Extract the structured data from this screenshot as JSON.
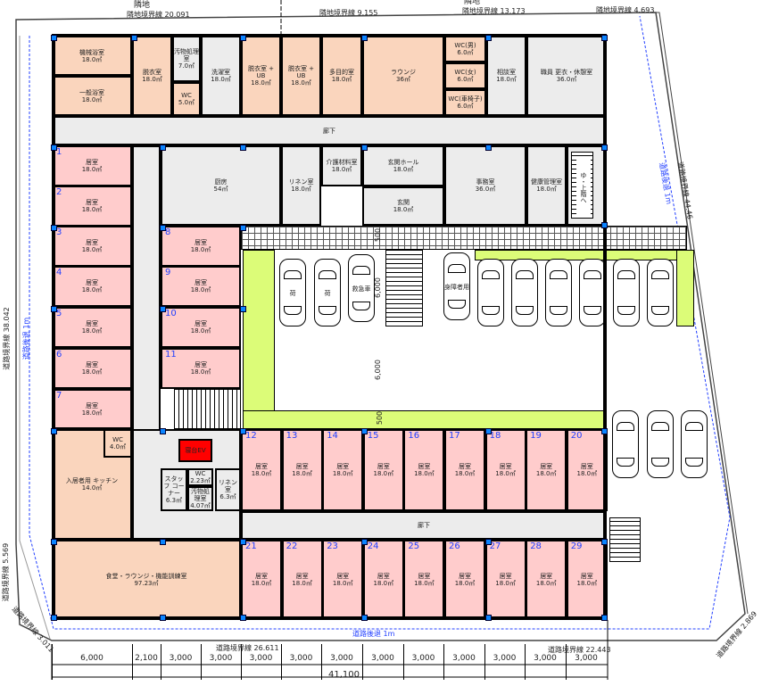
{
  "site": {
    "neighbor_label": "隣地",
    "boundaries": {
      "top1": "隣地境界線 20.091",
      "top2": "隣地境界線 9.155",
      "top3": "隣地境界線 13.173",
      "top4": "隣地境界線 4.693",
      "right": "道路境界線 44.46",
      "right_setback": "道路後退 1m",
      "left": "道路境界線 38.042",
      "left_setback": "道路後退 1m",
      "left_lower": "道路境界線 5.569",
      "bottom_left_corner": "道路境界線 3.011",
      "bottom_setback": "道路後退 1m",
      "bottom1": "道路境界線 26.611",
      "bottom2": "道路境界線 22.443",
      "bottom_right_corner": "道路境界線 2.869"
    }
  },
  "rooms": {
    "kikai": {
      "name": "機械浴室",
      "area": "18.0㎡"
    },
    "ippan": {
      "name": "一般浴室",
      "area": "18.0㎡"
    },
    "datsui1": {
      "name": "脱衣室",
      "area": "18.0㎡"
    },
    "obutsu1": {
      "name": "汚物処理室",
      "area": "7.0㎡"
    },
    "wc1": {
      "name": "WC",
      "area": "5.0㎡"
    },
    "sentaku": {
      "name": "洗濯室",
      "area": "18.0㎡"
    },
    "datsuiub1": {
      "name": "脱衣室 + UB",
      "area": "18.0㎡"
    },
    "datsuiub2": {
      "name": "脱衣室 + UB",
      "area": "18.0㎡"
    },
    "tamokuteki": {
      "name": "多目的室",
      "area": "18.0㎡"
    },
    "lounge": {
      "name": "ラウンジ",
      "area": "36㎡"
    },
    "wcm": {
      "name": "WC(男)",
      "area": "6.0㎡"
    },
    "wcf": {
      "name": "WC(女)",
      "area": "6.0㎡"
    },
    "wcw": {
      "name": "WC(車椅子)",
      "area": "6.0㎡"
    },
    "soudan": {
      "name": "相談室",
      "area": "18.0㎡"
    },
    "shokuin": {
      "name": "職員 更衣・休憩室",
      "area": "36.0㎡"
    },
    "rouka1": {
      "name": "廊下",
      "area": ""
    },
    "chubo": {
      "name": "厨房",
      "area": "54㎡"
    },
    "linen1": {
      "name": "リネン室",
      "area": "18.0㎡"
    },
    "kaigo": {
      "name": "介護材料室",
      "area": "18.0㎡"
    },
    "genkanhall": {
      "name": "玄関ホール",
      "area": "18.0㎡"
    },
    "genkan": {
      "name": "玄関",
      "area": "18.0㎡"
    },
    "jimu": {
      "name": "事務室",
      "area": "36.0㎡"
    },
    "kenkou": {
      "name": "健康管理室",
      "area": "18.0㎡"
    },
    "kitchen": {
      "name": "入居者用 キッチン",
      "area": "14.0㎡"
    },
    "wc2": {
      "name": "WC",
      "area": "4.0㎡"
    },
    "ev": {
      "name": "寝台EV",
      "area": ""
    },
    "wc3": {
      "name": "WC",
      "area": "2.23㎡"
    },
    "staff": {
      "name": "スタッフ コーナー",
      "area": "6.3㎡"
    },
    "obutsu2": {
      "name": "汚物処理室",
      "area": "4.07㎡"
    },
    "linen2": {
      "name": "リネン室",
      "area": "6.3㎡"
    },
    "rouka2": {
      "name": "廊下",
      "area": ""
    },
    "shokudo": {
      "name": "食堂・ラウンジ・機能訓練室",
      "area": "97.23㎡"
    }
  },
  "residential": {
    "name": "居室",
    "area": "18.0㎡",
    "numbers": [
      "1",
      "2",
      "3",
      "4",
      "5",
      "6",
      "7",
      "8",
      "9",
      "10",
      "11",
      "12",
      "13",
      "14",
      "15",
      "16",
      "17",
      "18",
      "19",
      "20",
      "21",
      "22",
      "23",
      "24",
      "25",
      "26",
      "27",
      "28",
      "29"
    ]
  },
  "parking": {
    "labels": [
      "荷",
      "荷",
      "救急車",
      "身障者用"
    ]
  },
  "stair_label": "ゆ・上階へ",
  "inner_dims": [
    "500",
    "6,000",
    "6,000",
    "500"
  ],
  "dimensions": {
    "spans": [
      "6,000",
      "2,100",
      "3,000",
      "3,000",
      "3,000",
      "3,000",
      "3,000",
      "3,000",
      "3,000",
      "3,000",
      "3,000",
      "3,000",
      "3,000"
    ],
    "total": "41,100"
  },
  "colors": {
    "peach": "#fad5bd",
    "pink": "#ffcccc",
    "gray": "#ececec",
    "green": "#dcfc78",
    "ev": "#ff0000",
    "column": "#0a84ff"
  }
}
